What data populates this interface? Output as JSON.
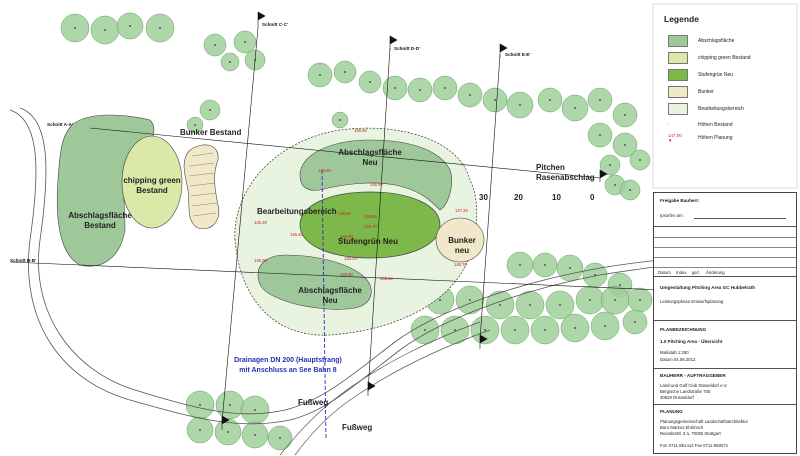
{
  "legend": {
    "title": "Legende",
    "items": [
      {
        "label": "Abschlagsfläche",
        "color": "#9fc89a"
      },
      {
        "label": "chipping green Bestand",
        "color": "#dbe9a8"
      },
      {
        "label": "Stufengrün Neu",
        "color": "#7cb84a"
      },
      {
        "label": "Bunker",
        "color": "#f0e8c8"
      },
      {
        "label": "Bearbeitungsbereich",
        "color": "#eaf3e2"
      }
    ],
    "heights_existing": "Höhen Bestand",
    "heights_planned_value": "147.00",
    "heights_planned": "Höhen Planung"
  },
  "labels": {
    "tee_existing": [
      "Abschlagsfläche",
      "Bestand"
    ],
    "chipping_green": [
      "chipping green",
      "Bestand"
    ],
    "bunker_existing": "Bunker Bestand",
    "tee_new_top": [
      "Abschlagsfläche",
      "Neu"
    ],
    "work_area": "Bearbeitungsbereich",
    "stufengruen": "Stufengrün Neu",
    "bunker_new": [
      "Bunker",
      "neu"
    ],
    "tee_new_bottom": [
      "Abschlagsfläche",
      "Neu"
    ],
    "pitch_distance": [
      "Pitchen",
      "Rasenabschlag"
    ],
    "scale_marks": [
      "30",
      "20",
      "10",
      "0"
    ],
    "drainage": [
      "Drainagen DN 200 (Hauptstrang)",
      "mit Anschluss an See Bahn 8"
    ],
    "footpath1": "Fußweg",
    "footpath2": "Fußweg"
  },
  "sections": {
    "a": "Schnitt A-A'",
    "b": "Schnitt B-B'",
    "c": "Schnitt C-C'",
    "d": "Schnitt D-D'",
    "e": "Schnitt E-E'"
  },
  "heights_red": [
    "146.50",
    "146.30",
    "146.40",
    "146.60",
    "146.80",
    "146.70",
    "146.40",
    "146.20",
    "146.90",
    "146.50",
    "147.20",
    "146.70",
    "146.80",
    "146.00",
    "145.50"
  ],
  "title_block": {
    "release_label": "Freigabe Bauherr:",
    "signed_label": "Ipsorfen am",
    "revision_headers": [
      "Datum",
      "Index",
      "gez.",
      "Änderung"
    ],
    "project_title": "Umgestaltung Pitching Area GC Hubbelrath",
    "project_phase": "Leistungsphase Entwurfsplanung",
    "plan_heading": "PLANBEZEICHNUNG",
    "plan_name": "1.0 Pitching Area - Übersicht",
    "scale": "Maßstab 1:250",
    "date": "Datum 04.06.2012",
    "client_heading": "BAUHERR - AUFTRAGGEBER",
    "client_lines": [
      "Land-und Golf Club Düsseldorf e.V.",
      "Bergische Landstraße 700",
      "40629 Düsseldorf"
    ],
    "planning_heading": "PLANUNG",
    "planning_lines": [
      "Planungsgemeinschaft Landschaftsarchitektur",
      "Büro Markus Ehrlinsch",
      "Reinsbrettl. 3 a, 70055 Stuttgart"
    ],
    "contact": "Fon 0711-851414   Fax 0711-850071"
  }
}
